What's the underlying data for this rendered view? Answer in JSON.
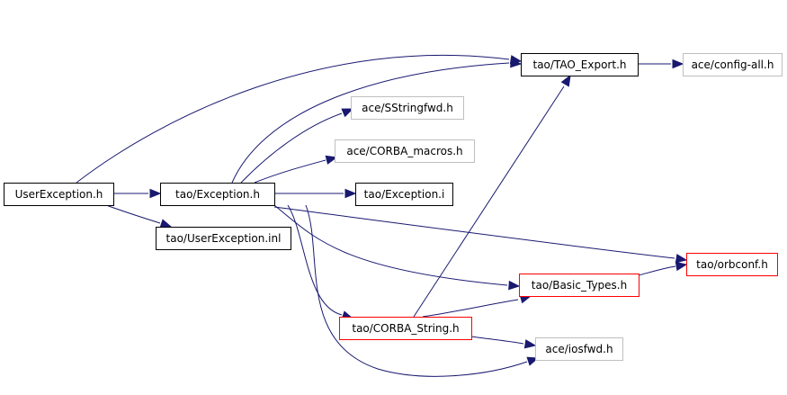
{
  "colors": {
    "edge": "#191970",
    "border_normal": "#000000",
    "border_missing": "#bfbfbf",
    "border_truncated": "#ff0000",
    "fill_root": "#bfbfbf",
    "fill_default": "#ffffff"
  },
  "nodes": [
    {
      "id": "userexception_h",
      "label": "UserException.h",
      "kind": "root"
    },
    {
      "id": "exception_h",
      "label": "tao/Exception.h",
      "kind": "normal"
    },
    {
      "id": "userexception_inl",
      "label": "tao/UserException.inl",
      "kind": "normal"
    },
    {
      "id": "tao_export_h",
      "label": "tao/TAO_Export.h",
      "kind": "normal"
    },
    {
      "id": "config_all_h",
      "label": "ace/config-all.h",
      "kind": "missing"
    },
    {
      "id": "sstringfwd_h",
      "label": "ace/SStringfwd.h",
      "kind": "missing"
    },
    {
      "id": "corba_macros_h",
      "label": "ace/CORBA_macros.h",
      "kind": "missing"
    },
    {
      "id": "exception_i",
      "label": "tao/Exception.i",
      "kind": "normal"
    },
    {
      "id": "orbconf_h",
      "label": "tao/orbconf.h",
      "kind": "truncated"
    },
    {
      "id": "basic_types_h",
      "label": "tao/Basic_Types.h",
      "kind": "truncated"
    },
    {
      "id": "corba_string_h",
      "label": "tao/CORBA_String.h",
      "kind": "truncated"
    },
    {
      "id": "iosfwd_h",
      "label": "ace/iosfwd.h",
      "kind": "missing"
    }
  ],
  "edges": [
    {
      "from": "userexception_h",
      "to": "tao_export_h"
    },
    {
      "from": "userexception_h",
      "to": "exception_h"
    },
    {
      "from": "userexception_h",
      "to": "userexception_inl"
    },
    {
      "from": "exception_h",
      "to": "tao_export_h"
    },
    {
      "from": "exception_h",
      "to": "sstringfwd_h"
    },
    {
      "from": "exception_h",
      "to": "corba_macros_h"
    },
    {
      "from": "exception_h",
      "to": "exception_i"
    },
    {
      "from": "exception_h",
      "to": "orbconf_h"
    },
    {
      "from": "exception_h",
      "to": "basic_types_h"
    },
    {
      "from": "exception_h",
      "to": "corba_string_h"
    },
    {
      "from": "exception_h",
      "to": "iosfwd_h"
    },
    {
      "from": "tao_export_h",
      "to": "config_all_h"
    },
    {
      "from": "basic_types_h",
      "to": "orbconf_h"
    },
    {
      "from": "corba_string_h",
      "to": "tao_export_h"
    },
    {
      "from": "corba_string_h",
      "to": "basic_types_h"
    },
    {
      "from": "corba_string_h",
      "to": "iosfwd_h"
    }
  ]
}
